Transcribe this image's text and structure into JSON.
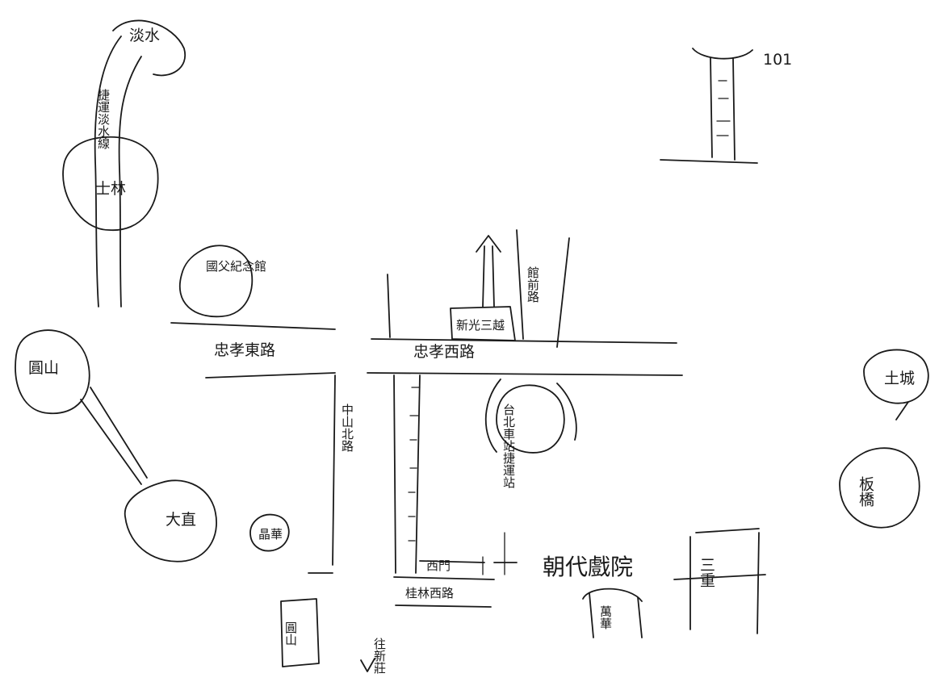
{
  "labels": {
    "danshui": "淡水",
    "jieyun": "捷運淡水線",
    "shilin": "士林",
    "guofu": "國父紀念館",
    "route_101": "101",
    "yuanshan": "圓山",
    "dazhi": "大直",
    "zhongxiao_east": "忠孝東路",
    "zhongxiao_west": "忠孝西路",
    "xinguang": "新光三越",
    "guanqian": "館前路",
    "zhongshan_north": "中山北路",
    "mrt_station": "台北車站捷運站",
    "shipin": "晶華",
    "ximen": "西門",
    "guiyang": "桂林西路",
    "chaodai": "朝代戲院",
    "sanchong": "三重",
    "wanhua": "萬華",
    "tucheng": "土城",
    "banqiao": "板橋",
    "yuanshan2": "圓山",
    "xinzhuang": "往新莊"
  }
}
